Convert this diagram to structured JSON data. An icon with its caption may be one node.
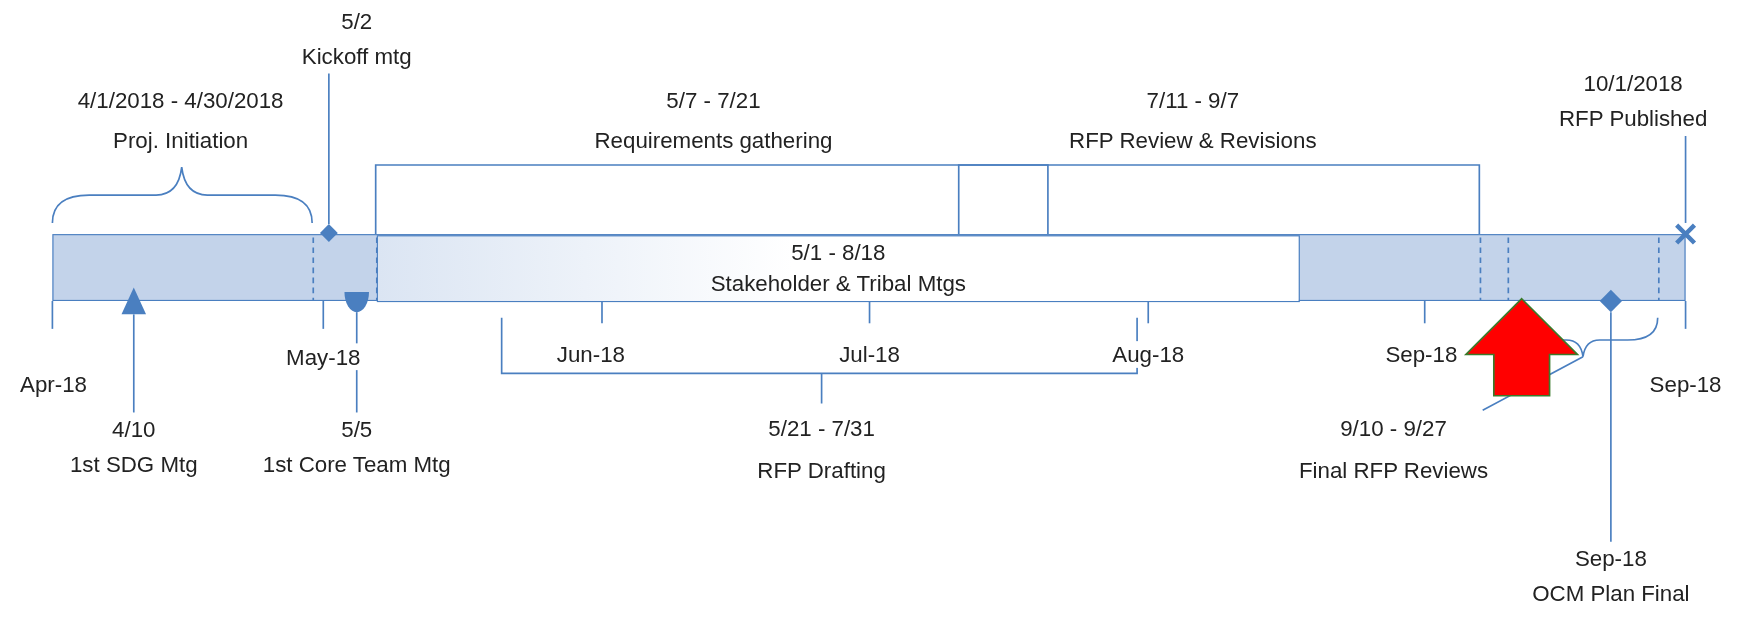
{
  "diagram": {
    "nodes": [
      {
        "text": [],
        "shape": "bar"
      },
      {
        "text": [
          "5/1 - 8/18",
          "Stakeholder & Tribal Mtgs"
        ],
        "in": 0
      },
      {
        "text": [
          "5/2",
          "Kickoff mtg"
        ]
      },
      {
        "text": [],
        "shape": "diamond"
      },
      {
        "text": [
          "10/1/2018",
          "RFP Published"
        ]
      },
      {
        "text": [],
        "shape": "cross"
      },
      {
        "text": [],
        "shape": "triangle"
      },
      {
        "text": [
          "4/10",
          "1st SDG Mtg"
        ]
      },
      {
        "text": [],
        "shape": "circle"
      },
      {
        "text": [
          "5/5",
          "1st Core Team Mtg"
        ]
      },
      {
        "text": [],
        "shape": "diamond"
      },
      {
        "text": [
          "Sep-18",
          "OCM Plan Final"
        ]
      }
    ],
    "edges": [
      {
        "from": 2,
        "to": 3,
        "arrow": "none"
      },
      {
        "from": 4,
        "to": 5,
        "arrow": "none"
      },
      {
        "from": 7,
        "to": 6,
        "arrow": "none"
      },
      {
        "from": 9,
        "to": 8,
        "arrow": "none"
      },
      {
        "from": 11,
        "to": 10,
        "arrow": "none"
      }
    ],
    "labels": [
      "4/1/2018 - 4/30/2018",
      "Proj. Initiation",
      "5/7 - 7/21",
      "Requirements gathering",
      "7/11 - 9/7",
      "RFP Review & Revisions",
      "Apr-18",
      "May-18",
      "Jun-18",
      "Jul-18",
      "Aug-18",
      "Sep-18",
      "Sep-18",
      "5/21 - 7/31",
      "RFP Drafting",
      "9/10 - 9/27",
      "Final RFP Reviews"
    ]
  }
}
